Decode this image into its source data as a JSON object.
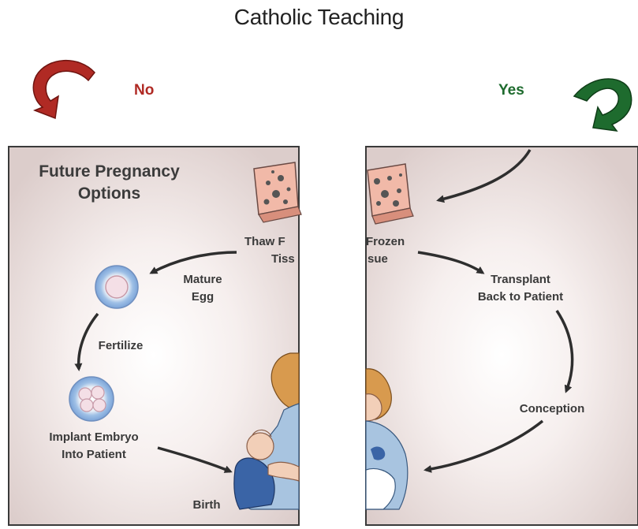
{
  "title": "Catholic Teaching",
  "choices": {
    "no": "No",
    "yes": "Yes"
  },
  "panel": {
    "heading_line1": "Future Pregnancy",
    "heading_line2": "Options"
  },
  "steps": {
    "thaw_left_line1": "Thaw F",
    "thaw_left_line2": "Tiss",
    "thaw_right_line1": "Frozen",
    "thaw_right_line2": "sue",
    "mature_egg_line1": "Mature",
    "mature_egg_line2": "Egg",
    "fertilize": "Fertilize",
    "implant_line1": "Implant Embryo",
    "implant_line2": "Into Patient",
    "birth": "Birth",
    "transplant_line1": "Transplant",
    "transplant_line2": "Back to Patient",
    "conception": "Conception"
  },
  "colors": {
    "no": "#b02a24",
    "yes": "#1e6b2e",
    "panel": "#ece0de",
    "tissue": "#f1b9a8",
    "egg": "#a9c6e6"
  }
}
